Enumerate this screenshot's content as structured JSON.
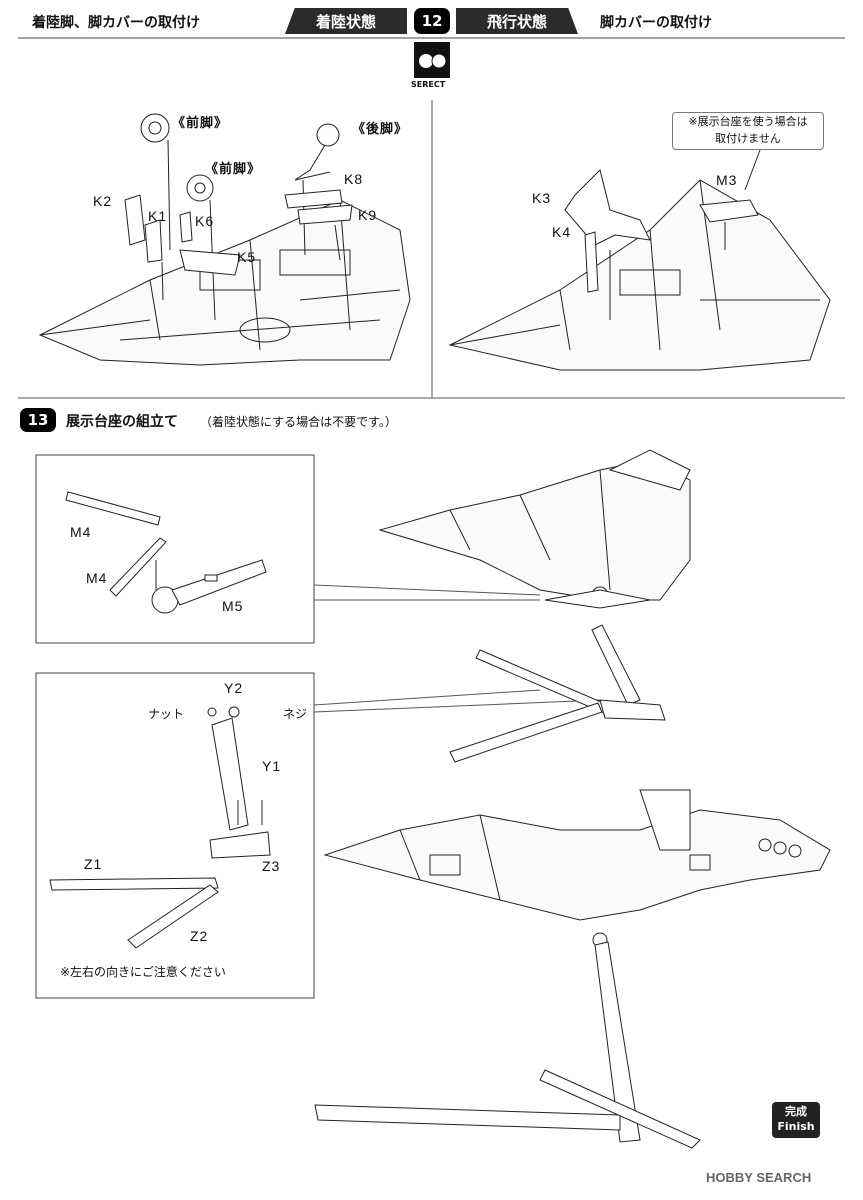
{
  "header": {
    "left_title": "着陸脚、脚カバーの取付け",
    "tab_landing": "着陸状態",
    "step_number": "12",
    "tab_flight": "飛行状態",
    "right_title": "脚カバーの取付け",
    "select_label": "SERECT"
  },
  "step12_left": {
    "label_front1": "《前脚》",
    "label_front2": "《前脚》",
    "label_rear": "《後脚》",
    "parts": [
      "K2",
      "K1",
      "K6",
      "K5",
      "K8",
      "K9"
    ]
  },
  "step12_right": {
    "note": "※展示台座を使う場合は取付けません",
    "note_line1": "※展示台座を使う場合は",
    "note_line2": "取付けません",
    "parts": [
      "K3",
      "K4",
      "M3"
    ]
  },
  "step13": {
    "step_number": "13",
    "title": "展示台座の組立て",
    "subtitle": "（着陸状態にする場合は不要です。）",
    "box1_parts": [
      "M4",
      "M4",
      "M5"
    ],
    "box2": {
      "y2": "Y2",
      "nut": "ナット",
      "screw": "ネジ",
      "y1": "Y1",
      "z1": "Z1",
      "z3": "Z3",
      "z2": "Z2",
      "note": "※左右の向きにご注意ください"
    }
  },
  "finish": {
    "line1": "完成",
    "line2": "Finish"
  },
  "watermark": "HOBBY SEARCH"
}
